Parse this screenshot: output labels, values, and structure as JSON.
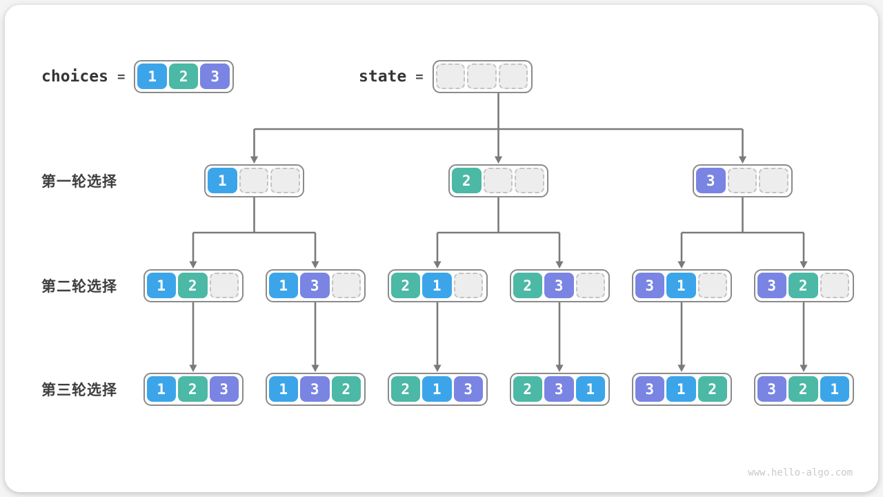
{
  "page": {
    "watermark": "www.hello-algo.com"
  },
  "colors": {
    "value1": "#3ca5e9",
    "value2": "#4cb8a6",
    "value3": "#7a84e2",
    "container_border": "#8a8a8a",
    "empty_cell_fill": "#ededed",
    "empty_cell_border": "#c3c3c3",
    "arrow": "#7a7a7a",
    "label_text": "#3e3e3e"
  },
  "header": {
    "choices_label": "choices",
    "equals": "=",
    "choices_values": [
      1,
      2,
      3
    ],
    "state_label": "state",
    "state_values": [
      null,
      null,
      null
    ]
  },
  "rows": [
    {
      "label": "第一轮选择",
      "boxes": [
        [
          1,
          null,
          null
        ],
        [
          2,
          null,
          null
        ],
        [
          3,
          null,
          null
        ]
      ]
    },
    {
      "label": "第二轮选择",
      "boxes": [
        [
          1,
          2,
          null
        ],
        [
          1,
          3,
          null
        ],
        [
          2,
          1,
          null
        ],
        [
          2,
          3,
          null
        ],
        [
          3,
          1,
          null
        ],
        [
          3,
          2,
          null
        ]
      ]
    },
    {
      "label": "第三轮选择",
      "boxes": [
        [
          1,
          2,
          3
        ],
        [
          1,
          3,
          2
        ],
        [
          2,
          1,
          3
        ],
        [
          2,
          3,
          1
        ],
        [
          3,
          1,
          2
        ],
        [
          3,
          2,
          1
        ]
      ]
    }
  ]
}
